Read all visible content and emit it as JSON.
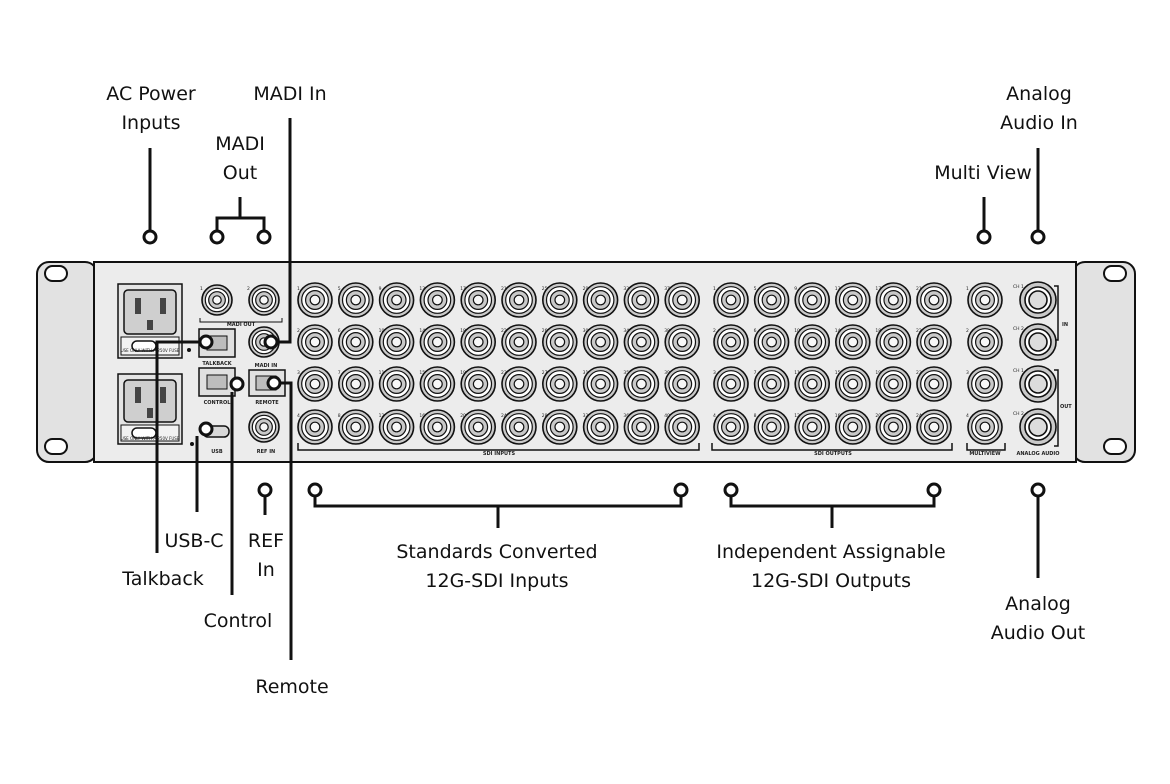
{
  "callouts": {
    "ac_power": [
      "AC Power",
      "Inputs"
    ],
    "madi_in": [
      "MADI In"
    ],
    "madi_out": [
      "MADI",
      "Out"
    ],
    "analog_in": [
      "Analog",
      "Audio In"
    ],
    "multiview": [
      "Multi View"
    ],
    "usbc": [
      "USB-C"
    ],
    "ref_in": [
      "REF",
      "In"
    ],
    "talkback": [
      "Talkback"
    ],
    "control": [
      "Control"
    ],
    "remote": [
      "Remote"
    ],
    "std_conv": [
      "Standards Converted",
      "12G-SDI Inputs"
    ],
    "indep_out": [
      "Independent Assignable",
      "12G-SDI Outputs"
    ],
    "analog_out": [
      "Analog",
      "Audio Out"
    ]
  },
  "panel_labels": {
    "madi_out": "MADI OUT",
    "talkback": "TALKBACK",
    "madi_in": "MADI IN",
    "control": "CONTROL",
    "remote": "REMOTE",
    "usb": "USB",
    "ref_in": "REF IN",
    "sdi_inputs": "SDI INPUTS",
    "sdi_outputs": "SDI OUTPUTS",
    "multiview": "MULTIVIEW",
    "analog_audio": "ANALOG AUDIO",
    "in": "IN",
    "out": "OUT",
    "fuse_note": "USE ONLY WITH A 250V FUSE"
  },
  "port_numbers": {
    "madi_out": [
      "1",
      "2"
    ],
    "sdi_inputs": [
      [
        "1",
        "5",
        "9",
        "13",
        "17",
        "21",
        "25",
        "29",
        "33",
        "37"
      ],
      [
        "2",
        "6",
        "10",
        "14",
        "18",
        "22",
        "26",
        "30",
        "34",
        "38"
      ],
      [
        "3",
        "7",
        "11",
        "15",
        "19",
        "23",
        "27",
        "31",
        "35",
        "39"
      ],
      [
        "4",
        "8",
        "12",
        "16",
        "20",
        "24",
        "28",
        "32",
        "36",
        "40"
      ]
    ],
    "sdi_outputs": [
      [
        "1",
        "5",
        "9",
        "13",
        "17",
        "21"
      ],
      [
        "2",
        "6",
        "10",
        "14",
        "18",
        "22"
      ],
      [
        "3",
        "7",
        "11",
        "15",
        "19",
        "23"
      ],
      [
        "4",
        "8",
        "12",
        "16",
        "20",
        "24"
      ]
    ],
    "multiview": [
      "1",
      "2",
      "3",
      "4"
    ],
    "audio_channels": [
      "CH 1",
      "CH 2",
      "CH 1",
      "CH 2"
    ]
  },
  "colors": {
    "line": "#111111",
    "panel_fill": "#ececec",
    "ear_fill": "#e2e2e2",
    "connector_ring": "#c9c9c9",
    "connector_core": "#f7f7f7"
  }
}
